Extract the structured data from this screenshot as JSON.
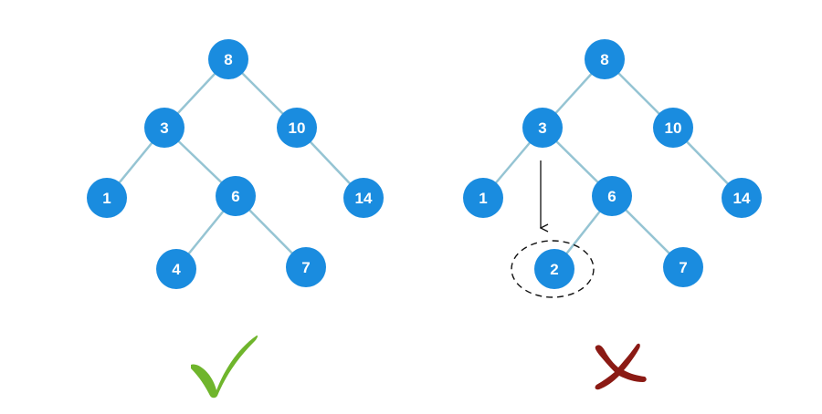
{
  "colors": {
    "node_fill": "#1a8cdf",
    "edge": "#95c4d3",
    "node_text": "#ffffff",
    "arrow": "#111111",
    "dashed_outline": "#111111",
    "check": "#6fb52c",
    "cross": "#8b1a14"
  },
  "left_tree": {
    "nodes": [
      {
        "id": "n8",
        "label": "8"
      },
      {
        "id": "n3",
        "label": "3"
      },
      {
        "id": "n10",
        "label": "10"
      },
      {
        "id": "n1",
        "label": "1"
      },
      {
        "id": "n6",
        "label": "6"
      },
      {
        "id": "n14",
        "label": "14"
      },
      {
        "id": "n4",
        "label": "4"
      },
      {
        "id": "n7",
        "label": "7"
      }
    ],
    "edges": [
      [
        "n8",
        "n3"
      ],
      [
        "n8",
        "n10"
      ],
      [
        "n3",
        "n1"
      ],
      [
        "n3",
        "n6"
      ],
      [
        "n10",
        "n14"
      ],
      [
        "n6",
        "n4"
      ],
      [
        "n6",
        "n7"
      ]
    ],
    "verdict_icon": "check-mark-icon"
  },
  "right_tree": {
    "nodes": [
      {
        "id": "n8",
        "label": "8"
      },
      {
        "id": "n3",
        "label": "3"
      },
      {
        "id": "n10",
        "label": "10"
      },
      {
        "id": "n1",
        "label": "1"
      },
      {
        "id": "n6",
        "label": "6"
      },
      {
        "id": "n14",
        "label": "14"
      },
      {
        "id": "n2",
        "label": "2"
      },
      {
        "id": "n7",
        "label": "7"
      }
    ],
    "edges": [
      [
        "n8",
        "n3"
      ],
      [
        "n8",
        "n10"
      ],
      [
        "n3",
        "n1"
      ],
      [
        "n3",
        "n6"
      ],
      [
        "n10",
        "n14"
      ],
      [
        "n6",
        "n2"
      ],
      [
        "n6",
        "n7"
      ]
    ],
    "highlighted_node": "n2",
    "arrow_from": "n3",
    "arrow_to": "n2",
    "verdict_icon": "cross-mark-icon"
  }
}
